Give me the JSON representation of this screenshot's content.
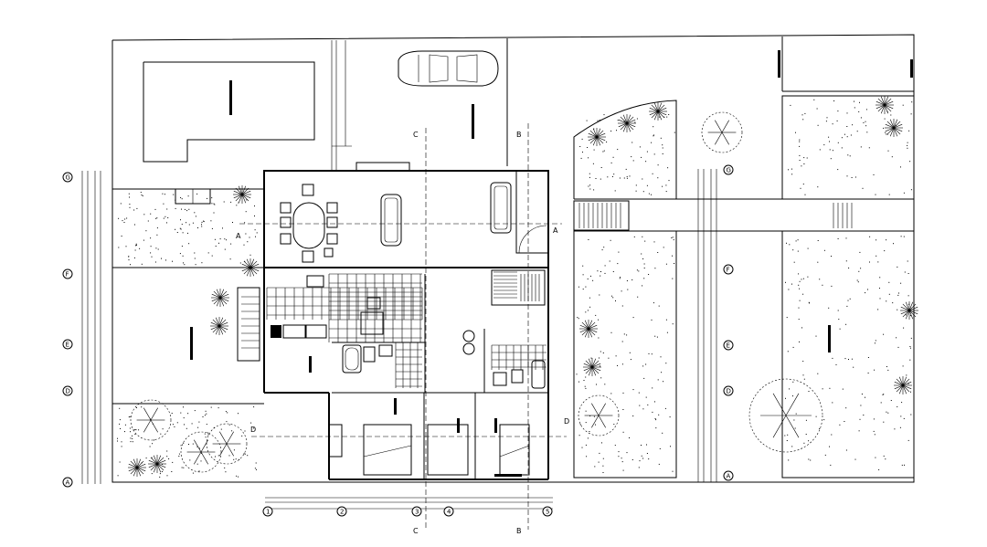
{
  "drawing": {
    "grid_left": [
      "G",
      "F",
      "E",
      "D",
      "A"
    ],
    "grid_right": [
      "G",
      "F",
      "E",
      "D",
      "A"
    ],
    "grid_bottom": [
      "1",
      "2",
      "3",
      "4",
      "5"
    ],
    "sections": [
      "A",
      "A",
      "B",
      "B",
      "C",
      "C"
    ],
    "mid_marker": "D"
  }
}
